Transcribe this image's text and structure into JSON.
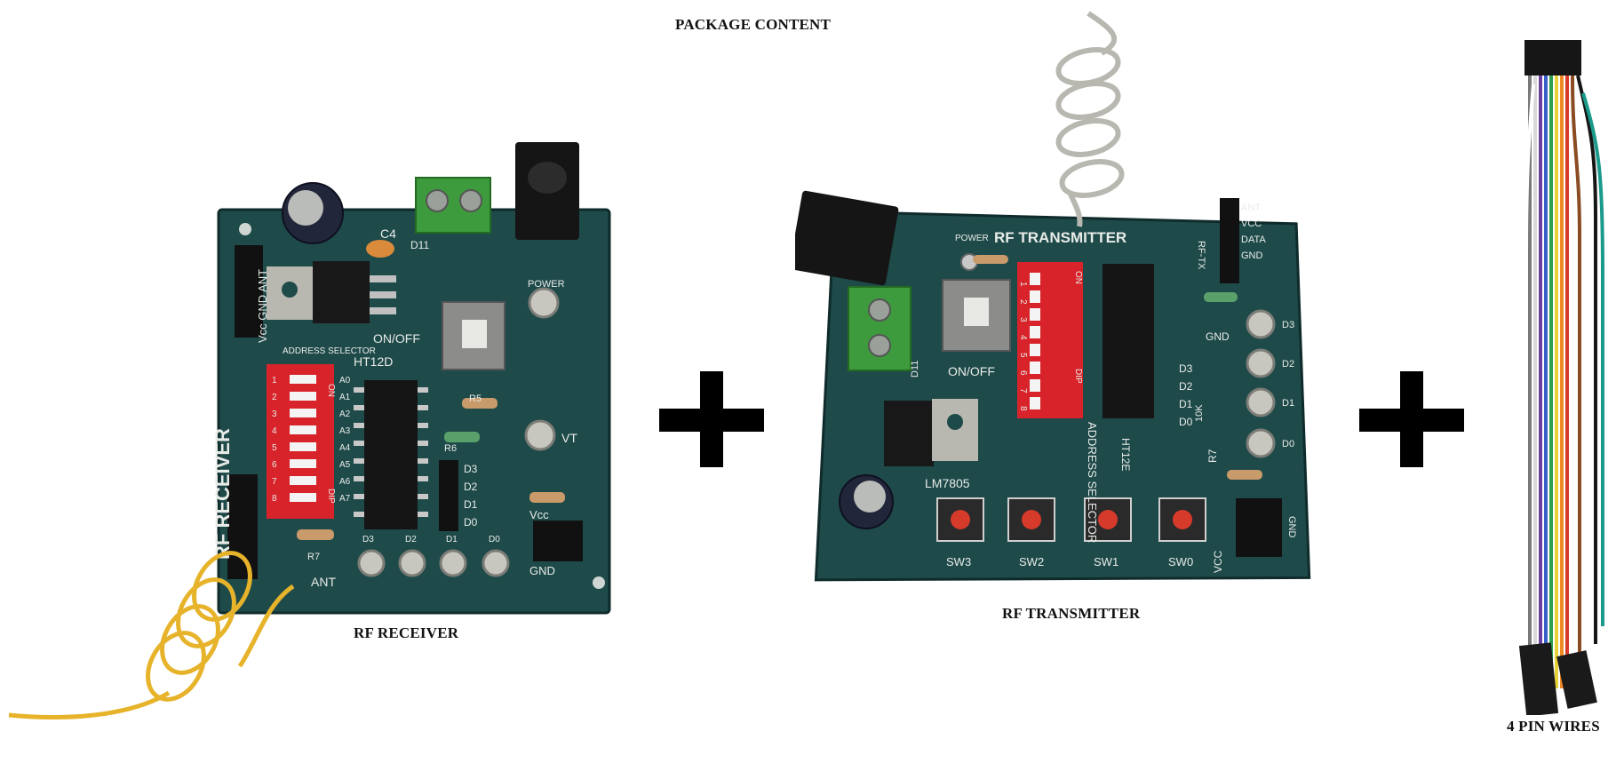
{
  "title": "PACKAGE CONTENT",
  "items": [
    {
      "label": "RF RECEIVER",
      "silkscreen": {
        "board_name": "RF RECEIVER",
        "address_selector": "ADDRESS SELECTOR",
        "chip": "HT12D",
        "on_off": "ON/OFF",
        "power": "POWER",
        "vt": "VT",
        "vcc": "Vcc",
        "gnd": "GND",
        "ant": "ANT",
        "pins": [
          "D3",
          "D2",
          "D1",
          "D0"
        ],
        "addr_pins": [
          "A0",
          "A1",
          "A2",
          "A3",
          "A4",
          "A5",
          "A6",
          "A7"
        ],
        "header": "Vcc GND ANT",
        "r5": "R5",
        "r6": "R6",
        "r7": "R7",
        "d11": "D11",
        "c4": "C4",
        "dip_on": "ON",
        "dip_dip": "DIP",
        "dip_nums": [
          "1",
          "2",
          "3",
          "4",
          "5",
          "6",
          "7",
          "8"
        ]
      }
    },
    {
      "label": "RF TRANSMITTER",
      "silkscreen": {
        "board_name": "RF TRANSMITTER",
        "power": "POWER",
        "on_off": "ON/OFF",
        "address_selector": "ADDRESS SELECTOR",
        "regulator": "LM7805",
        "chip": "HT12E",
        "rf_tx": "RF-TX",
        "header_pins": [
          "ANT",
          "VCC",
          "DATA",
          "GND"
        ],
        "gnd": "GND",
        "vcc": "VCC",
        "pins": [
          "D3",
          "D2",
          "D1",
          "D0"
        ],
        "leds": [
          "D3",
          "D2",
          "D1",
          "D0"
        ],
        "switches": [
          "SW3",
          "SW2",
          "SW1",
          "SW0"
        ],
        "r7": "R7",
        "r10k": "10K",
        "d11": "D11",
        "dip_on": "ON",
        "dip_dip": "DIP",
        "dip_nums": [
          "1",
          "2",
          "3",
          "4",
          "5",
          "6",
          "7",
          "8"
        ]
      }
    },
    {
      "label": "4 PIN WIRES"
    }
  ],
  "colors": {
    "pcb": "#1f4a4a",
    "pcb_dark": "#143636",
    "silk": "#e8ece8",
    "dip_red": "#d8232a",
    "terminal_green": "#3d9a3d",
    "antenna_yellow": "#e6b32a",
    "antenna_grey": "#b8b8b0",
    "plus": "#000000"
  }
}
